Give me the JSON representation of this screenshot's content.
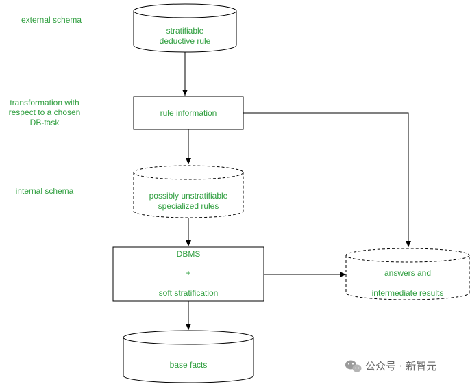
{
  "side_labels": {
    "external_schema": "external schema",
    "transformation": [
      "transformation with",
      "respect to a chosen",
      "DB-task"
    ],
    "internal_schema": "internal schema"
  },
  "nodes": {
    "stratifiable_rule": [
      "stratifiable",
      "deductive rule"
    ],
    "rule_information": "rule information",
    "specialized_rules": [
      "possibly unstratifiable",
      "specialized rules"
    ],
    "dbms": [
      "DBMS",
      "+",
      "soft stratification"
    ],
    "answers": [
      "answers and",
      "intermediate results"
    ],
    "base_facts": "base facts"
  },
  "watermark": "公众号 · 新智元",
  "colors": {
    "label_text": "#2e9e3e",
    "outline": "#000000",
    "watermark": "#6b6b6b"
  }
}
